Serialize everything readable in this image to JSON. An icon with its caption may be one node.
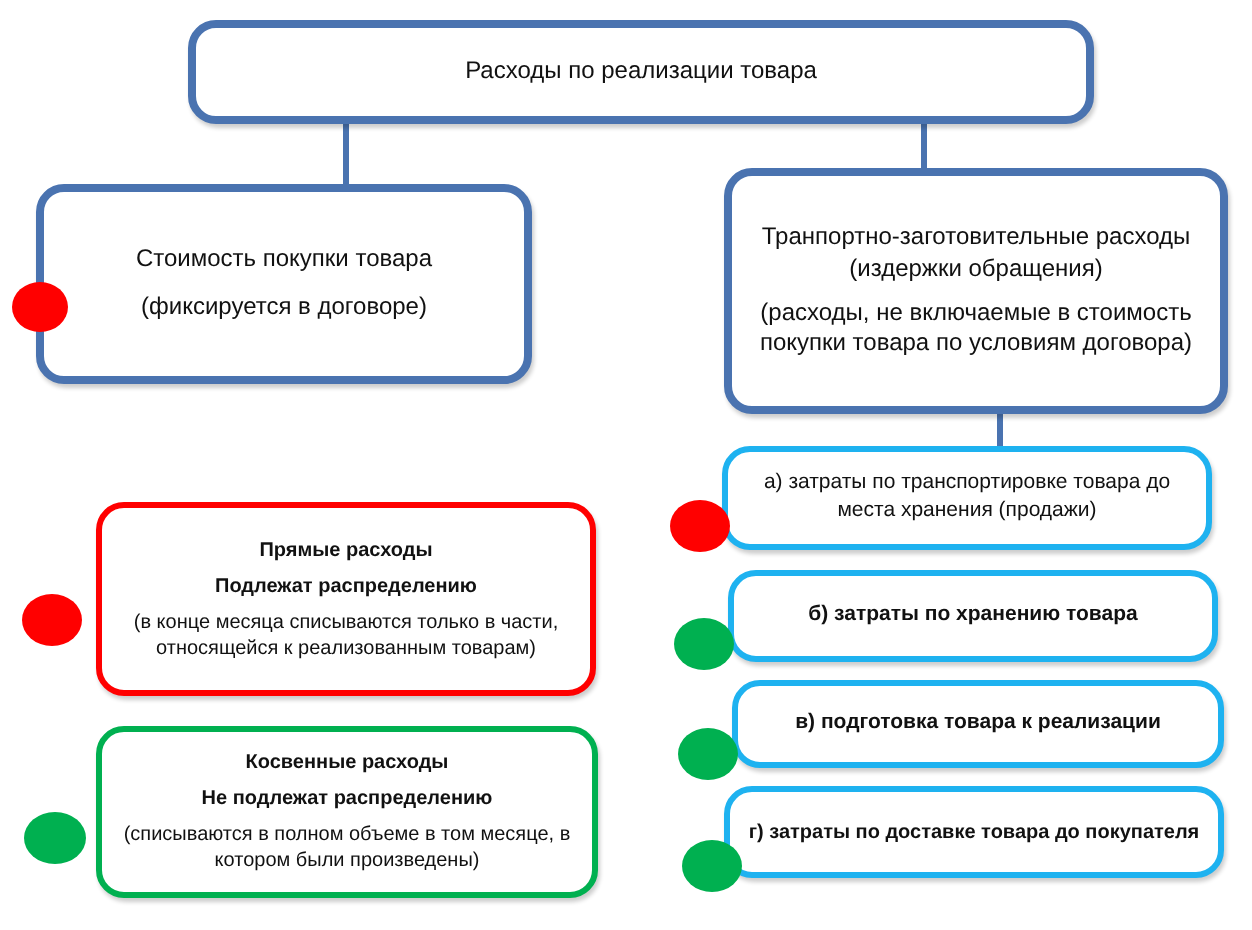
{
  "diagram": {
    "nodes": [
      {
        "text": [
          "Расходы по реализации товара"
        ]
      },
      {
        "text": [
          "Стоимость покупки товара",
          "(фиксируется в договоре)"
        ]
      },
      {
        "text": [
          "Транпортно-заготовительные расходы (издержки обращения)",
          "(расходы, не включаемые в стоимость покупки товара по условиям договора)"
        ]
      },
      {
        "text": [
          "а) затраты по транспортировке товара до места хранения (продажи)"
        ]
      },
      {
        "text": [
          "Прямые расходы",
          "Подлежат распределению",
          "(в конце месяца списываются только в части, относящейся к реализованным товарам)"
        ]
      },
      {
        "text": [
          "б) затраты по хранению товара"
        ]
      },
      {
        "text": [
          "в) подготовка товара к реализации"
        ]
      },
      {
        "text": [
          "Косвенные расходы",
          "Не подлежат распределению",
          "(списываются в полном объеме в том месяце, в котором были произведены)"
        ]
      },
      {
        "text": [
          "г) затраты по доставке товара до покупателя"
        ]
      },
      {
        "text": [],
        "shape": "circle"
      },
      {
        "text": [],
        "shape": "circle"
      },
      {
        "text": [],
        "shape": "circle"
      },
      {
        "text": [],
        "shape": "circle"
      },
      {
        "text": [],
        "shape": "circle"
      },
      {
        "text": [],
        "shape": "circle"
      },
      {
        "text": [],
        "shape": "circle"
      }
    ],
    "edges": [
      {
        "from": 0,
        "to": 1,
        "arrow": "none"
      },
      {
        "from": 0,
        "to": 2,
        "arrow": "none"
      },
      {
        "from": 2,
        "to": 3,
        "arrow": "none"
      }
    ]
  }
}
